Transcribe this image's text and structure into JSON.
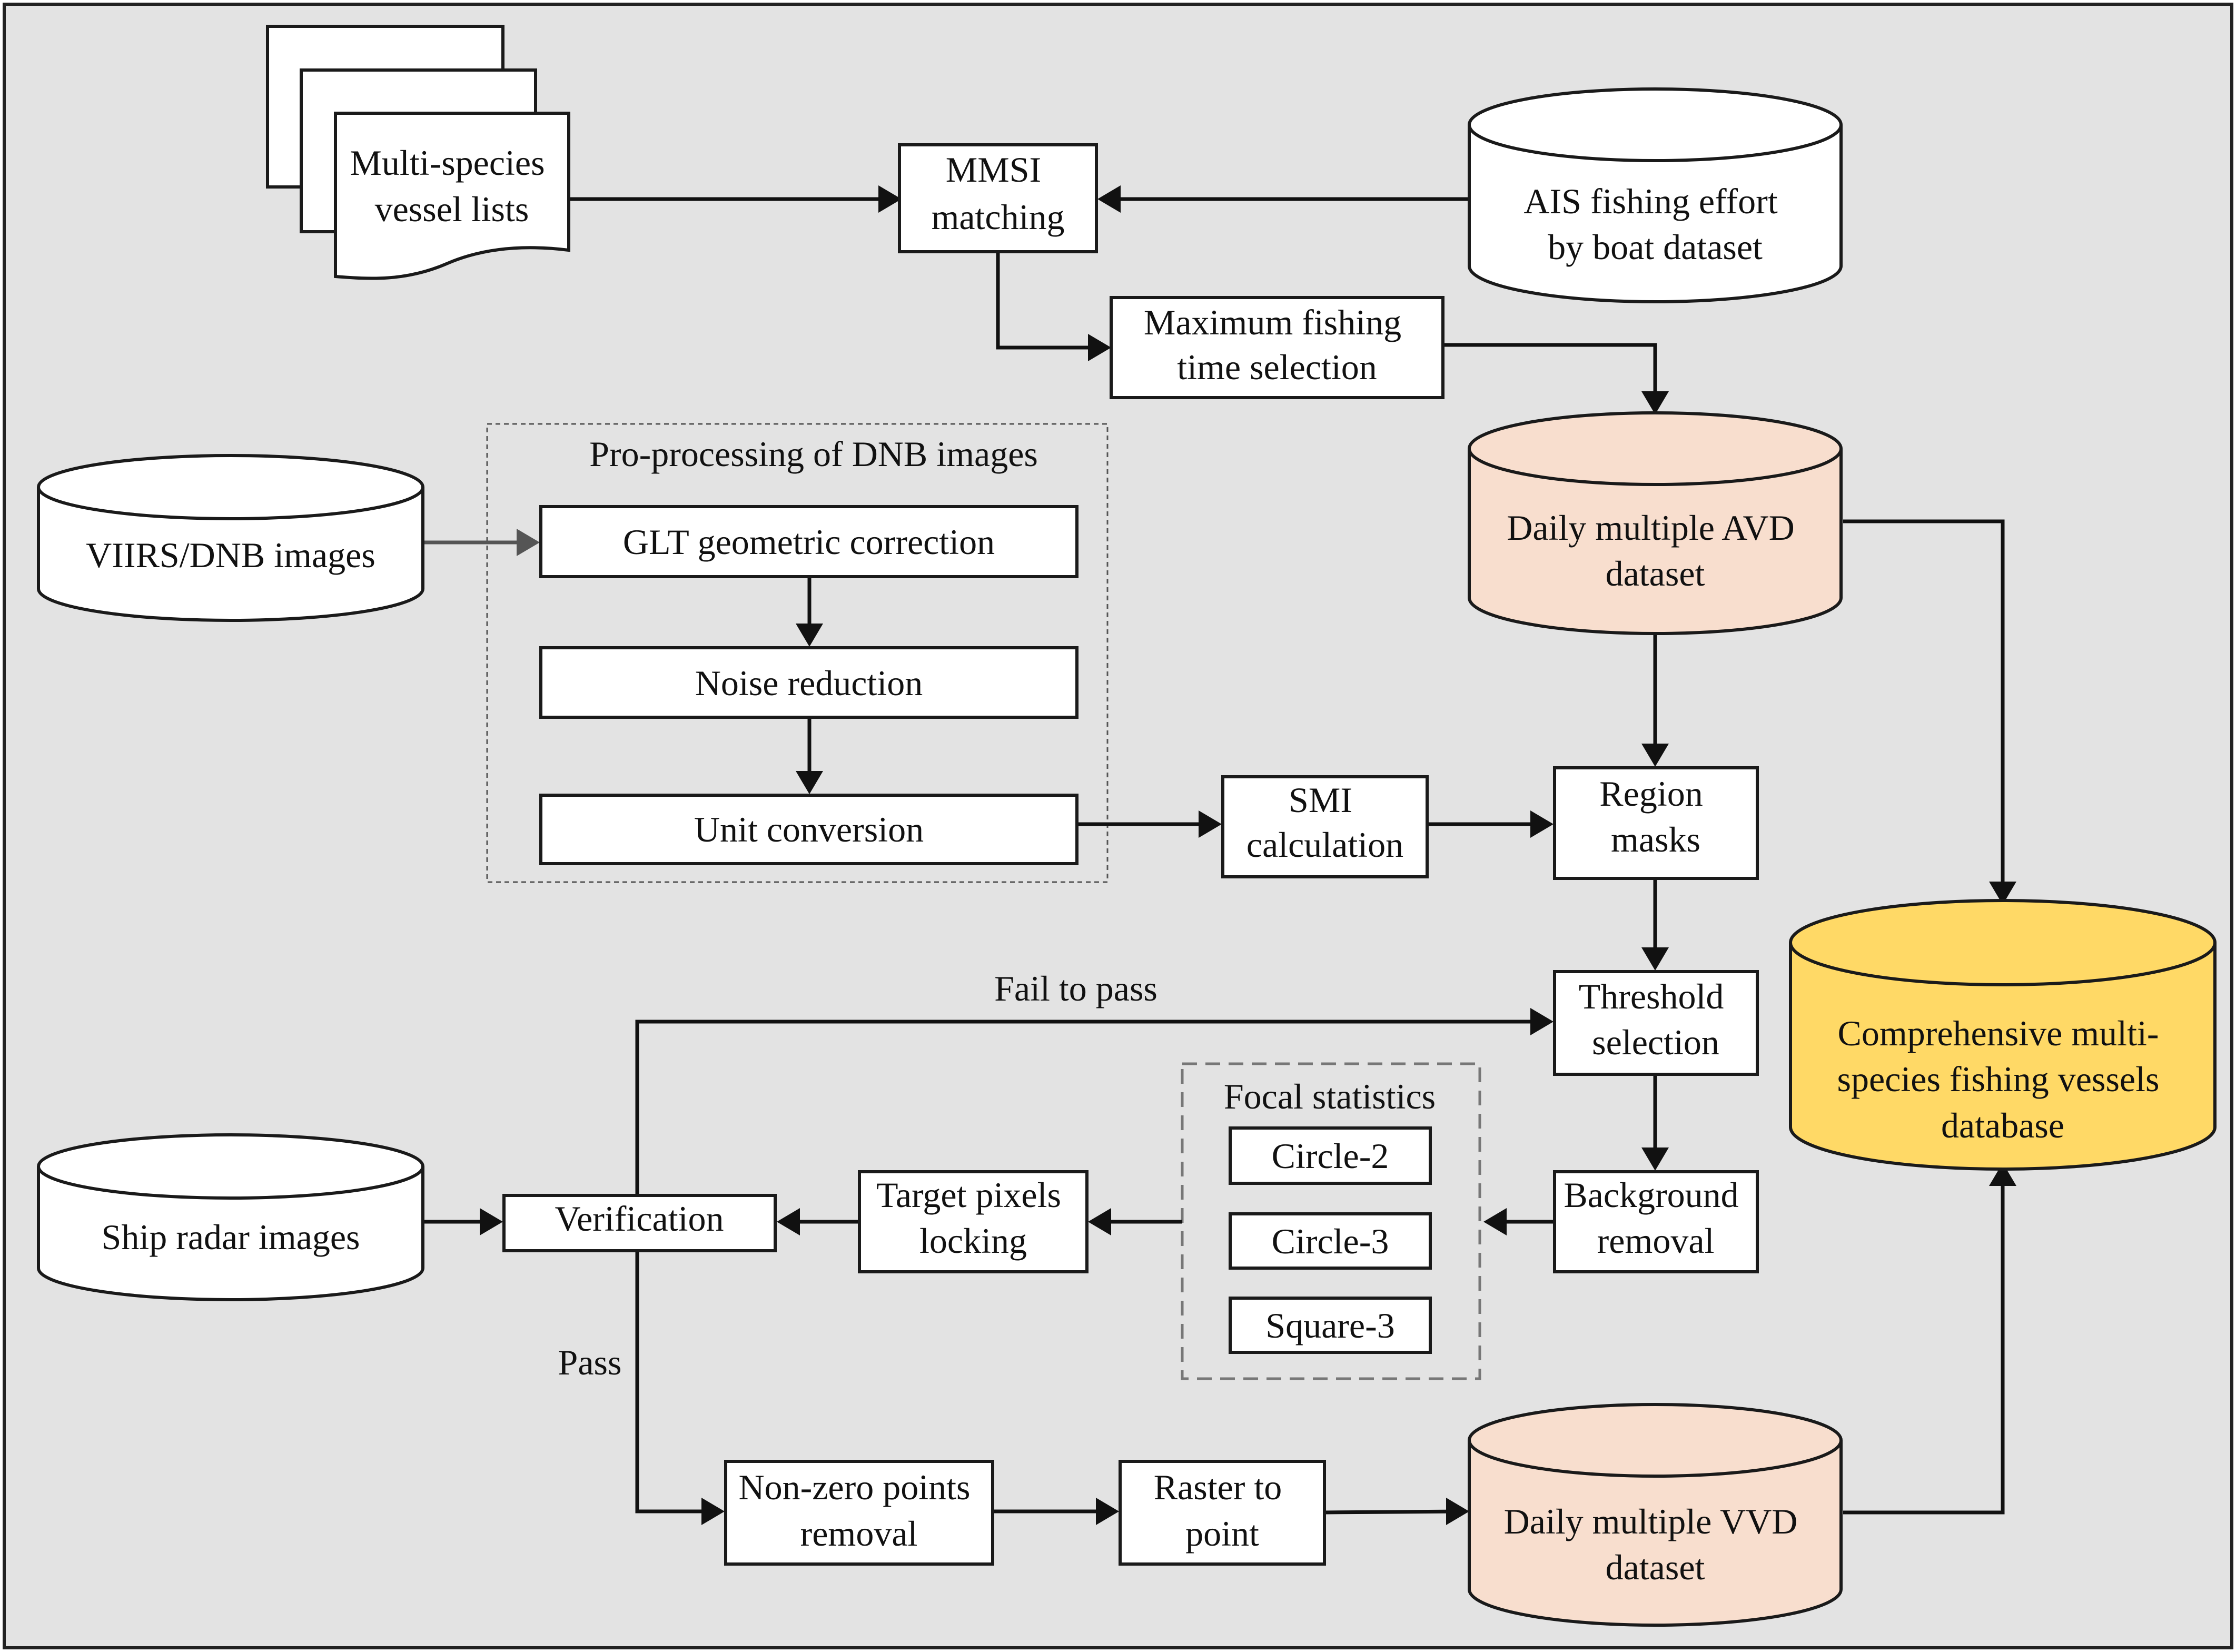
{
  "colors": {
    "background": "#e3e3e3",
    "border": "#222222",
    "box_fill": "#ffffff",
    "avd_vvd_fill": "#f8dece",
    "database_fill": "#ffd966",
    "arrow": "#111111"
  },
  "nodes": {
    "multi_species_lists": [
      "Multi-species",
      "vessel lists"
    ],
    "mmsi_matching": [
      "MMSI",
      "matching"
    ],
    "ais_dataset": [
      "AIS fishing effort",
      "by boat dataset"
    ],
    "max_fishing_time": [
      "Maximum fishing",
      "time selection"
    ],
    "preprocessing_group_title": "Pro-processing of DNB images",
    "viirs_dnb": [
      "VIIRS/DNB images"
    ],
    "glt_correction": [
      "GLT geometric correction"
    ],
    "noise_reduction": [
      "Noise reduction"
    ],
    "unit_conversion": [
      "Unit conversion"
    ],
    "avd_dataset": [
      "Daily multiple AVD",
      "dataset"
    ],
    "smi_calculation": [
      "SMI",
      "calculation"
    ],
    "region_masks": [
      "Region",
      "masks"
    ],
    "threshold_selection": [
      "Threshold",
      "selection"
    ],
    "focal_group_title": "Focal statistics",
    "circle2": [
      "Circle-2"
    ],
    "circle3": [
      "Circle-3"
    ],
    "square3": [
      "Square-3"
    ],
    "background_removal": [
      "Background",
      "removal"
    ],
    "target_pixels_locking": [
      "Target pixels",
      "locking"
    ],
    "verification": [
      "Verification"
    ],
    "ship_radar": [
      "Ship radar images"
    ],
    "non_zero_removal": [
      "Non-zero points",
      "removal"
    ],
    "raster_to_point": [
      "Raster to",
      "point"
    ],
    "vvd_dataset": [
      "Daily multiple VVD",
      "dataset"
    ],
    "comprehensive_db": [
      "Comprehensive multi-",
      "species fishing vessels",
      "database"
    ]
  },
  "edge_labels": {
    "fail": "Fail to pass",
    "pass": "Pass"
  },
  "edges": [
    {
      "from": "multi_species_lists",
      "to": "mmsi_matching"
    },
    {
      "from": "ais_dataset",
      "to": "mmsi_matching"
    },
    {
      "from": "mmsi_matching",
      "to": "max_fishing_time"
    },
    {
      "from": "max_fishing_time",
      "to": "avd_dataset"
    },
    {
      "from": "viirs_dnb",
      "to": "glt_correction"
    },
    {
      "from": "glt_correction",
      "to": "noise_reduction"
    },
    {
      "from": "noise_reduction",
      "to": "unit_conversion"
    },
    {
      "from": "unit_conversion",
      "to": "smi_calculation"
    },
    {
      "from": "smi_calculation",
      "to": "region_masks"
    },
    {
      "from": "avd_dataset",
      "to": "region_masks"
    },
    {
      "from": "avd_dataset",
      "to": "comprehensive_db"
    },
    {
      "from": "region_masks",
      "to": "threshold_selection"
    },
    {
      "from": "threshold_selection",
      "to": "background_removal"
    },
    {
      "from": "background_removal",
      "to": "focal_statistics"
    },
    {
      "from": "focal_statistics",
      "to": "target_pixels_locking"
    },
    {
      "from": "target_pixels_locking",
      "to": "verification"
    },
    {
      "from": "ship_radar",
      "to": "verification"
    },
    {
      "from": "verification",
      "to": "threshold_selection",
      "label": "Fail to pass"
    },
    {
      "from": "verification",
      "to": "non_zero_removal",
      "label": "Pass"
    },
    {
      "from": "non_zero_removal",
      "to": "raster_to_point"
    },
    {
      "from": "raster_to_point",
      "to": "vvd_dataset"
    },
    {
      "from": "vvd_dataset",
      "to": "comprehensive_db"
    }
  ]
}
